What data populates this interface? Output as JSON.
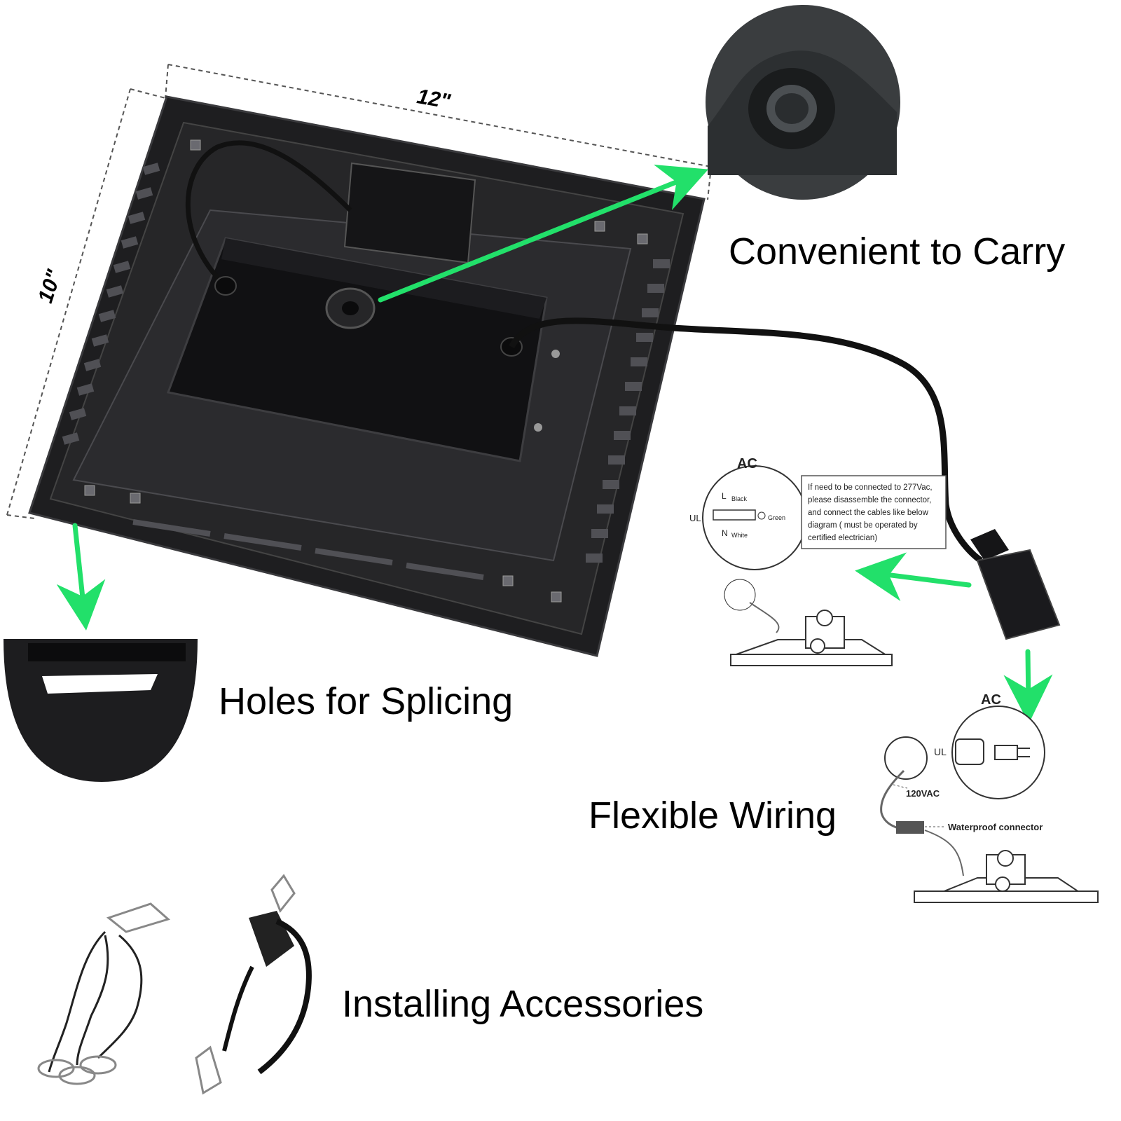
{
  "dimensions": {
    "width_label": "12\"",
    "height_label": "10\""
  },
  "features": {
    "carry": "Convenient to Carry",
    "splice": "Holes for Splicing",
    "wiring": "Flexible Wiring",
    "accessories": "Installing Accessories"
  },
  "wiring_diagram_277": {
    "ac_label": "AC",
    "ul_label": "UL",
    "wire_L": "L",
    "wire_L_color": "Black",
    "wire_N": "N",
    "wire_N_color": "White",
    "ground_color": "Green",
    "note_lines": [
      "If need to be connected to 277Vac,",
      "please disassemble the connector,",
      "and connect the cables like below",
      "diagram ( must be operated by",
      "certified electrician)"
    ]
  },
  "wiring_diagram_120": {
    "ac_label": "AC",
    "ul_label": "UL",
    "voltage_label": "120VAC",
    "connector_label": "Waterproof connector"
  },
  "colors": {
    "accent_arrow": "#22e06a",
    "panel": "#1e1e20",
    "panel_edge": "#3a3a3d"
  }
}
